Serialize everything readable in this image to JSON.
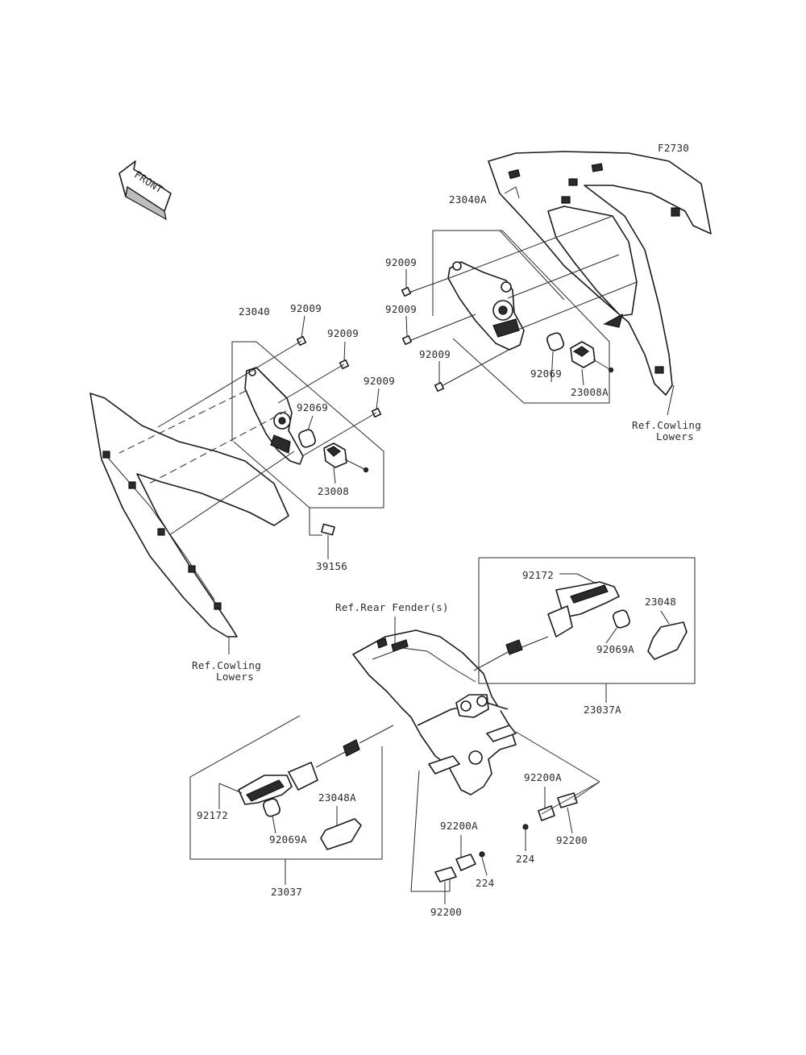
{
  "figure_code": "F2730",
  "front_label": "FRONT",
  "labels": {
    "l_23040A": "23040A",
    "l_92009_a": "92009",
    "l_92009_b": "92009",
    "l_92009_c": "92009",
    "l_92069_top": "92069",
    "l_23008A": "23008A",
    "l_ref_cowling_right_1": "Ref.Cowling",
    "l_ref_cowling_right_2": "Lowers",
    "l_23040": "23040",
    "l_92009_d": "92009",
    "l_92009_e": "92009",
    "l_92009_f": "92009",
    "l_92069_left": "92069",
    "l_23008": "23008",
    "l_39156": "39156",
    "l_ref_cowling_left_1": "Ref.Cowling",
    "l_ref_cowling_left_2": "Lowers",
    "l_ref_rear_fender": "Ref.Rear Fender(s)",
    "l_92172_right": "92172",
    "l_23048": "23048",
    "l_92069A_right": "92069A",
    "l_23037A": "23037A",
    "l_92172_left": "92172",
    "l_23048A": "23048A",
    "l_92069A_left": "92069A",
    "l_23037": "23037",
    "l_92200A_center": "92200A",
    "l_224_center": "224",
    "l_92200_center": "92200",
    "l_92200A_right": "92200A",
    "l_224_right": "224",
    "l_92200_right": "92200"
  },
  "colors": {
    "line": "#2a2a2a",
    "part_fill": "#ffffff",
    "part_dark": "#2b2b2b"
  }
}
